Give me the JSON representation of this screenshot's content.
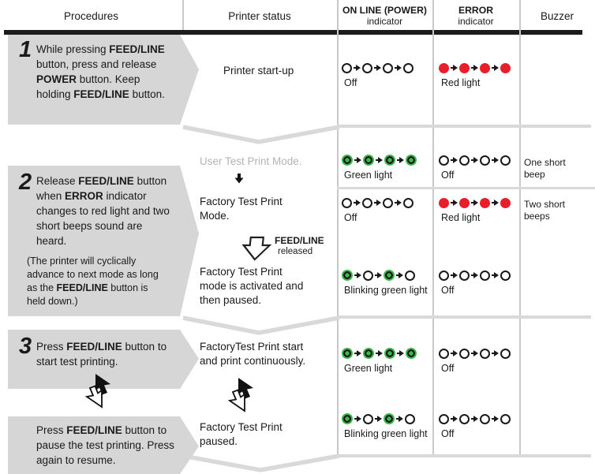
{
  "header": {
    "col_procedures": "Procedures",
    "col_printer_status": "Printer status",
    "col_online_line1": "ON LINE (POWER)",
    "col_online_line2": "indicator",
    "col_error_line1": "ERROR",
    "col_error_line2": "indicator",
    "col_buzzer": "Buzzer"
  },
  "steps": {
    "s1": {
      "number": "1",
      "procedure": [
        "While pressing ",
        "FEED/LINE",
        " button, press and release ",
        "POWER",
        " button. Keep holding ",
        "FEED/LINE",
        " button."
      ],
      "status": "Printer start-up",
      "online": {
        "pattern": [
          "off",
          "off",
          "off",
          "off"
        ],
        "label": "Off"
      },
      "error": {
        "pattern": [
          "red",
          "red",
          "red",
          "red"
        ],
        "label": "Red light"
      }
    },
    "s2": {
      "number": "2",
      "procedure": [
        "Release ",
        "FEED/LINE",
        " button when ",
        "ERROR",
        " indicator changes to red light and two short beeps sound are heard."
      ],
      "note": [
        "(The printer will cyclically advance to next mode as long as the ",
        "FEED/LINE",
        " button is held down.)"
      ],
      "sub_user": {
        "status": "User Test Print Mode.",
        "online": {
          "pattern": [
            "green",
            "green",
            "green",
            "green"
          ],
          "label": "Green light"
        },
        "error": {
          "pattern": [
            "off",
            "off",
            "off",
            "off"
          ],
          "label": "Off"
        },
        "buzzer": "One short beep"
      },
      "sub_factory": {
        "status": "Factory Test Print Mode.",
        "online": {
          "pattern": [
            "off",
            "off",
            "off",
            "off"
          ],
          "label": "Off"
        },
        "error": {
          "pattern": [
            "red",
            "red",
            "red",
            "red"
          ],
          "label": "Red light"
        },
        "buzzer": "Two short beeps"
      },
      "feedline_released": {
        "bold": "FEED/LINE",
        "rest": "released"
      },
      "sub_activated": {
        "status": "Factory Test Print mode is activated and then paused.",
        "online": {
          "pattern": [
            "green",
            "off",
            "green",
            "off"
          ],
          "label": "Blinking green light"
        },
        "error": {
          "pattern": [
            "off",
            "off",
            "off",
            "off"
          ],
          "label": "Off"
        }
      }
    },
    "s3": {
      "number": "3",
      "procedure_start": [
        "Press ",
        "FEED/LINE",
        " button to start test printing."
      ],
      "status_start": "FactoryTest Print start and print continuously.",
      "online_start": {
        "pattern": [
          "green",
          "green",
          "green",
          "green"
        ],
        "label": "Green light"
      },
      "error_start": {
        "pattern": [
          "off",
          "off",
          "off",
          "off"
        ],
        "label": "Off"
      },
      "procedure_pause": [
        "Press ",
        "FEED/LINE",
        " button to pause the test printing. Press again to resume."
      ],
      "status_pause": "Factory Test Print paused.",
      "online_pause": {
        "pattern": [
          "green",
          "off",
          "green",
          "off"
        ],
        "label": "Blinking green light"
      },
      "error_pause": {
        "pattern": [
          "off",
          "off",
          "off",
          "off"
        ],
        "label": "Off"
      }
    }
  },
  "icons": {
    "mode_advance": "small-solid-down-arrow",
    "feedline_released": "hollow-block-down-arrow",
    "press_button": "press-release-double-cursor-arrow",
    "led_sequence_arrow": "small-right-arrow"
  },
  "colors": {
    "red_light": "#e81f29",
    "green_light": "#3cb54a",
    "procedure_box": "#d6d6d6",
    "separator_gray": "#d9d9d9",
    "grid_line": "#c9c9c9",
    "muted_text": "#b3b3b3"
  }
}
